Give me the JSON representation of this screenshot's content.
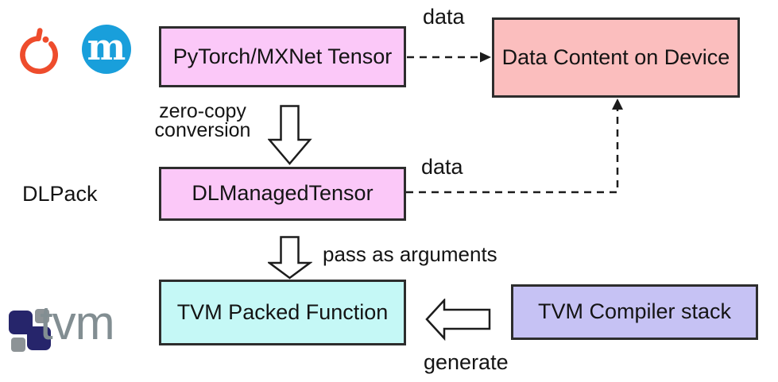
{
  "diagram": {
    "background": "#ffffff",
    "border_color": "#2d2d2d",
    "boxes": {
      "tensor": {
        "label": "PyTorch/MXNet Tensor",
        "fill": "#fbc8f8"
      },
      "device": {
        "label": "Data Content on Device",
        "fill": "#fbbebe"
      },
      "dlmanaged": {
        "label": "DLManagedTensor",
        "fill": "#fbc8f8"
      },
      "packed": {
        "label": "TVM Packed Function",
        "fill": "#c5f8f6"
      },
      "compiler": {
        "label": "TVM Compiler stack",
        "fill": "#c6c2f4"
      }
    },
    "labels": {
      "data_top": "data",
      "data_middle": "data",
      "zero_copy": {
        "line1": "zero-copy",
        "line2": "conversion"
      },
      "dlpack": "DLPack",
      "pass_as_arguments": "pass as arguments",
      "generate": "generate"
    },
    "logos": {
      "pytorch": {
        "color": "#ee4c2c"
      },
      "mxnet": {
        "letter": "m",
        "circle_color": "#199fdb",
        "letter_color": "#ffffff"
      },
      "tvm": {
        "text": "tvm",
        "navy": "#26256b",
        "gray": "#8d9396"
      }
    }
  }
}
